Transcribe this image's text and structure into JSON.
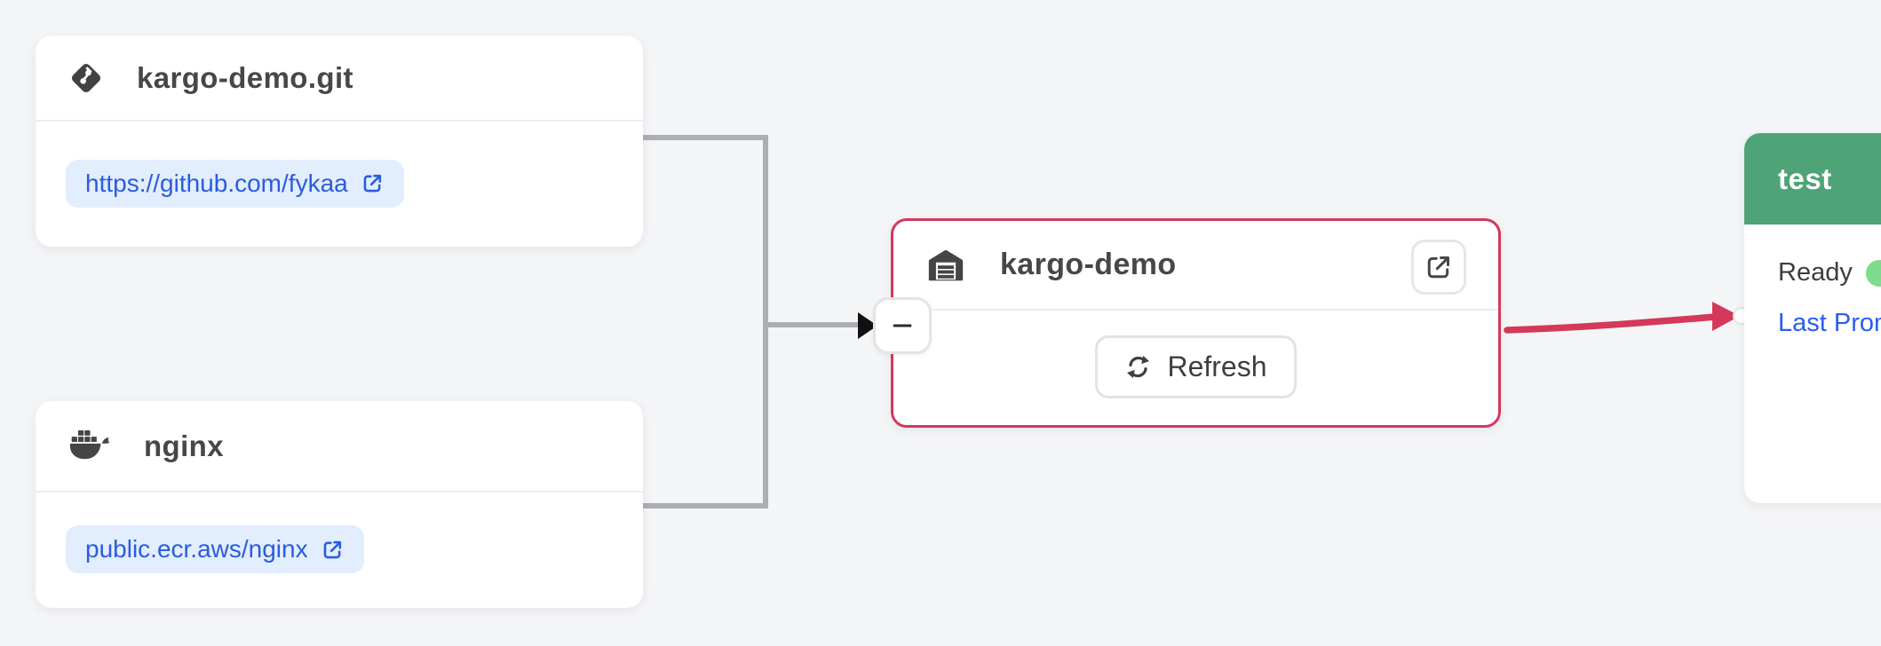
{
  "colors": {
    "canvas_bg": "#f4f5f7",
    "card_bg": "#ffffff",
    "title_text": "#474747",
    "accent_red": "#d4395b",
    "stage_header_green": "#4ea377",
    "ready_dot_green": "#7edc8e",
    "link_blue": "#2a5cdf",
    "chip_bg": "#e2edfd",
    "connector_gray": "#adaeb3",
    "arrowhead_black": "#111111"
  },
  "icons": {
    "git": "git-diamond glyph",
    "docker": "docker-whale glyph",
    "warehouse": "warehouse-building glyph",
    "external_link": "box-arrow-up-right glyph",
    "refresh": "circular-arrows glyph",
    "collapse": "minus glyph"
  },
  "nodes": {
    "git_repo": {
      "title": "kargo-demo.git",
      "link_label": "https://github.com/fykaa"
    },
    "image_repo": {
      "title": "nginx",
      "link_label": "public.ecr.aws/nginx"
    },
    "warehouse": {
      "title": "kargo-demo",
      "refresh_label": "Refresh",
      "collapse_glyph": "−"
    },
    "stage_test": {
      "title": "test",
      "status_label": "Ready",
      "last_promotion_label": "Last Promotion"
    }
  }
}
